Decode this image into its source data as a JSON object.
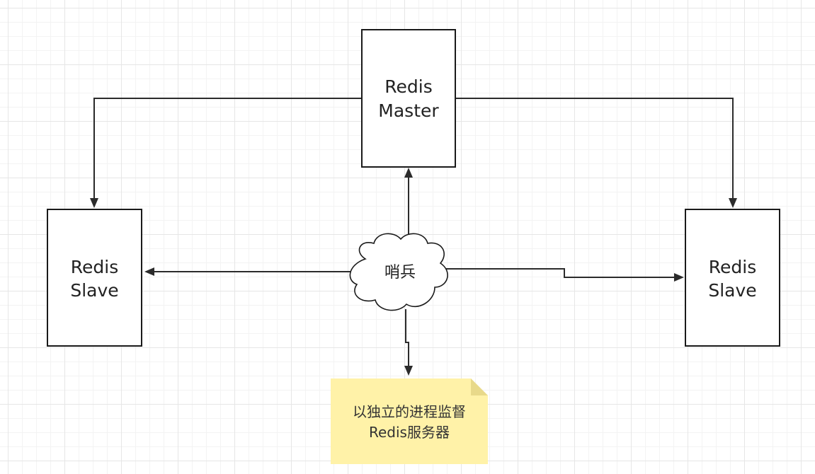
{
  "nodes": {
    "master": {
      "line1": "Redis",
      "line2": "Master"
    },
    "slave_left": {
      "line1": "Redis",
      "line2": "Slave"
    },
    "slave_right": {
      "line1": "Redis",
      "line2": "Slave"
    },
    "sentinel": {
      "label": "哨兵"
    },
    "note": {
      "line1": "以独立的进程监督",
      "line2": "Redis服务器"
    }
  },
  "colors": {
    "note_fill": "#fff2a8",
    "stroke": "#1a1a1a"
  }
}
